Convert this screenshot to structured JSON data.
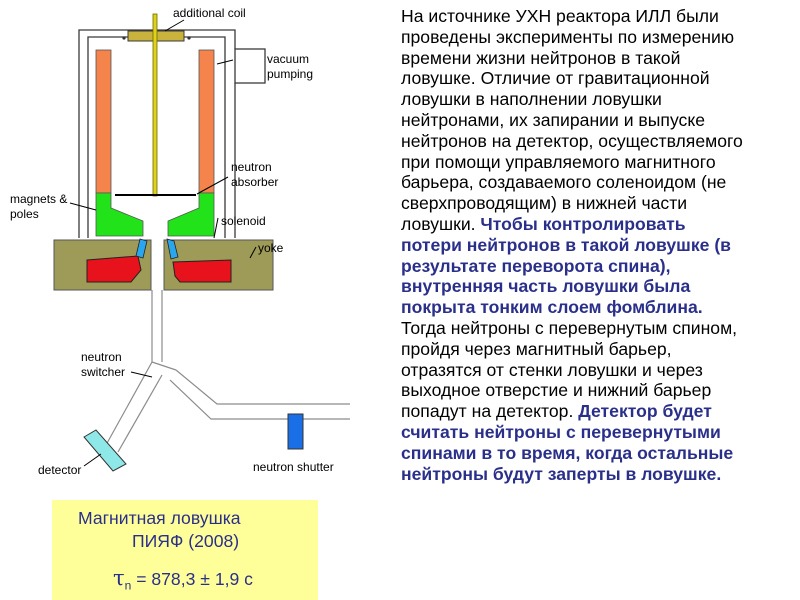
{
  "diagram": {
    "labels": {
      "additional_coil": "additional coil",
      "vacuum_line1": "vacuum",
      "vacuum_line2": "pumping",
      "absorber_line1": "neutron",
      "absorber_line2": "absorber",
      "magnets_line1": "magnets &",
      "magnets_line2": "poles",
      "solenoid": "solenoid",
      "yoke": "yoke",
      "switcher_line1": "neutron",
      "switcher_line2": "switcher",
      "detector": "detector",
      "shutter": "neutron shutter"
    },
    "colors": {
      "magnets": "#f4844c",
      "poles": "#22e31a",
      "yoke": "#9e9a58",
      "solenoid": "#e8121d",
      "detector": "#8fe8e8",
      "shutter": "#1b6fe6",
      "rod": "#e0d21a",
      "cap": "#c9b33c",
      "insert": "#2aa6ee"
    }
  },
  "text": {
    "lines": [
      [
        {
          "t": "На источнике  УХН реактора ИЛЛ были",
          "hl": false
        }
      ],
      [
        {
          "t": "проведены эксперименты  по измерению",
          "hl": false
        }
      ],
      [
        {
          "t": "времени жизни  нейтронов в такой",
          "hl": false
        }
      ],
      [
        {
          "t": "ловушке. Отличие от гравитационной",
          "hl": false
        }
      ],
      [
        {
          "t": "ловушки в наполнении  ловушки",
          "hl": false
        }
      ],
      [
        {
          "t": "нейтронами,  их запирании  и выпуске",
          "hl": false
        }
      ],
      [
        {
          "t": "нейтронов  на детектор, осуществляемого",
          "hl": false
        }
      ],
      [
        {
          "t": "при помощи  управляемого магнитного",
          "hl": false
        }
      ],
      [
        {
          "t": "барьера, создаваемого соленоидом  (не",
          "hl": false
        }
      ],
      [
        {
          "t": "сверхпроводящим) в нижней  части",
          "hl": false
        }
      ],
      [
        {
          "t": "ловушки. ",
          "hl": false
        },
        {
          "t": "Чтобы контролировать",
          "hl": true
        }
      ],
      [
        {
          "t": "потери нейтронов в такой ловушке (в",
          "hl": true
        }
      ],
      [
        {
          "t": "результате переворота спина),",
          "hl": true
        }
      ],
      [
        {
          "t": "внутренняя часть ловушки была",
          "hl": true
        }
      ],
      [
        {
          "t": "покрыта тонким слоем фомблина.",
          "hl": true
        }
      ],
      [
        {
          "t": "Тогда нейтроны  с перевернутым  спином,",
          "hl": false
        }
      ],
      [
        {
          "t": "пройдя через магнитный  барьер,",
          "hl": false
        }
      ],
      [
        {
          "t": "отразятся от стенки ловушки и через",
          "hl": false
        }
      ],
      [
        {
          "t": "выходное отверстие и нижний  барьер",
          "hl": false
        }
      ],
      [
        {
          "t": "попадут на детектор. ",
          "hl": false
        },
        {
          "t": "Детектор будет",
          "hl": true
        }
      ],
      [
        {
          "t": "считать нейтроны  с перевернутыми",
          "hl": true
        }
      ],
      [
        {
          "t": "спинами в то время, когда остальные",
          "hl": true
        }
      ],
      [
        {
          "t": "нейтроны будут заперты в ловушке.",
          "hl": true
        }
      ]
    ]
  },
  "infobox": {
    "title_line1": "Магнитная  ловушка",
    "title_line2": "ПИЯФ (2008)",
    "symbol": "τ",
    "subscript": "n",
    "value": " = 878,3 ± 1,9 с",
    "background": "#ffff99",
    "text_color": "#2a2f8a"
  }
}
